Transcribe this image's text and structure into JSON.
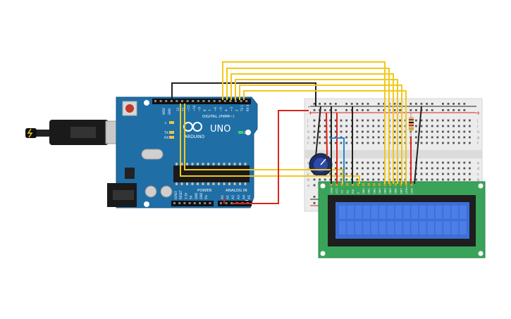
{
  "board": {
    "brand": "ARDUINO",
    "model": "UNO",
    "digital_header": "DIGITAL (PWM~)",
    "on_label": "ON",
    "power_header": "POWER",
    "analog_header": "ANALOG IN",
    "tx_label": "TX",
    "rx_label": "RX",
    "l_label": "L",
    "aref_label": "AREF",
    "gnd_label": "GND",
    "power_pins": [
      "IOREF",
      "RESET",
      "3.3V",
      "5V",
      "GND",
      "GND",
      "Vin"
    ],
    "analog_pins": [
      "A0",
      "A1",
      "A2",
      "A3",
      "A4",
      "A5"
    ],
    "digital_pins": [
      "13",
      "12",
      "~11",
      "~10",
      "~9",
      "8",
      "7",
      "~6",
      "~5",
      "4",
      "~3",
      "2",
      "TX 1",
      "RX 0"
    ]
  },
  "breadboard": {
    "row_letters_top": [
      "j",
      "i",
      "h",
      "g",
      "f"
    ],
    "row_letters_bottom": [
      "e",
      "d",
      "c",
      "b",
      "a"
    ],
    "plus": "+",
    "minus": "-"
  },
  "lcd": {
    "pins": [
      "GND",
      "VCC",
      "V0",
      "RS",
      "RW",
      "E",
      "DB0",
      "DB1",
      "DB2",
      "DB3",
      "DB4",
      "DB5",
      "DB6",
      "DB7",
      "LED+",
      "LED-"
    ]
  },
  "colors": {
    "arduino": "#1f6ea6",
    "lcd_pcb": "#3aa35a",
    "lcd_screen": "#3d6fd8",
    "wire_yellow": "#f2c81c",
    "wire_red": "#d9241c",
    "wire_black": "#222222",
    "wire_blue": "#1c8ad9"
  }
}
